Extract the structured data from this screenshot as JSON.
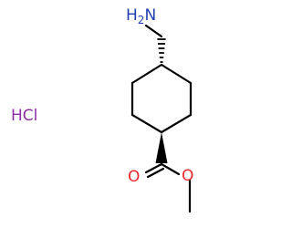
{
  "molecule": {
    "amine": {
      "atom": "H",
      "sub": "2",
      "tail": "N"
    },
    "salt": "HCl",
    "carbonyl_oxygen": "O",
    "ester_oxygen": "O"
  },
  "colors": {
    "bond": "#000000",
    "nitrogen": "#1f3fae",
    "oxygen": "#e8292d",
    "salt": "#8b2fa3"
  }
}
